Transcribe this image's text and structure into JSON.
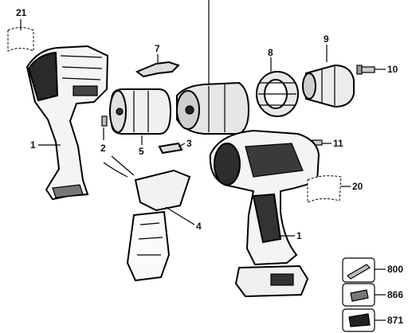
{
  "diagram": {
    "callouts": {
      "c21": "21",
      "c7": "7",
      "c8": "8",
      "c9": "9",
      "c10": "10",
      "c1_left": "1",
      "c2": "2",
      "c5": "5",
      "c3": "3",
      "c11": "11",
      "c4": "4",
      "c20": "20",
      "c1_right": "1",
      "c800": "800",
      "c866": "866",
      "c871": "871"
    }
  }
}
